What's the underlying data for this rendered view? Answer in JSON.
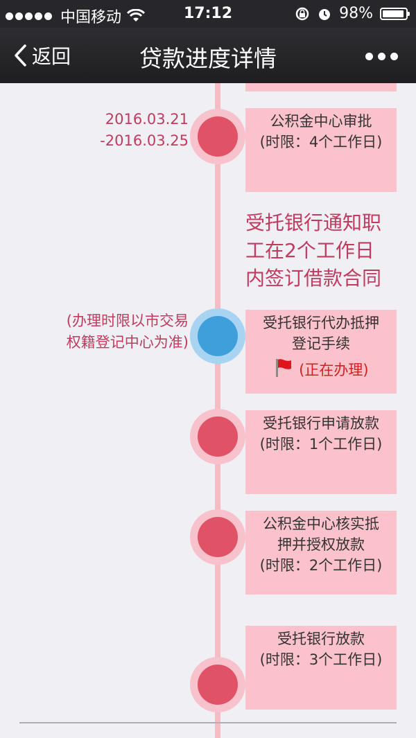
{
  "status_bar": {
    "carrier": "中国移动",
    "time": "17:12",
    "battery": "98%"
  },
  "nav": {
    "back_label": "返回",
    "title": "贷款进度详情"
  },
  "timeline": {
    "step_approval": {
      "date_start": "2016.03.21",
      "date_end": "-2016.03.25",
      "title": "公积金中心审批",
      "limit": "(时限：4个工作日)"
    },
    "contract_note": [
      "受托银行通知职",
      "工在2个工作日",
      "内签订借款合同"
    ],
    "step_mortgage": {
      "side_note": [
        "(办理时限以市交易",
        "权籍登记中心为准)"
      ],
      "title_lines": [
        "受托银行代办抵押",
        "登记手续"
      ],
      "status": "(正在办理)"
    },
    "step_apply_loan": {
      "title": "受托银行申请放款",
      "limit": "(时限：1个工作日)"
    },
    "step_verify": {
      "title_lines": [
        "公积金中心核实抵",
        "押并授权放款"
      ],
      "limit": "(时限：2个工作日)"
    },
    "step_release": {
      "title": "受托银行放款",
      "limit": "(时限：3个工作日)"
    }
  },
  "colors": {
    "node_done": "#e05266",
    "node_active": "#3e9fdb",
    "card_bg": "#fbc2cb",
    "accent_text": "#c23a5e",
    "status_text": "#d32020"
  }
}
